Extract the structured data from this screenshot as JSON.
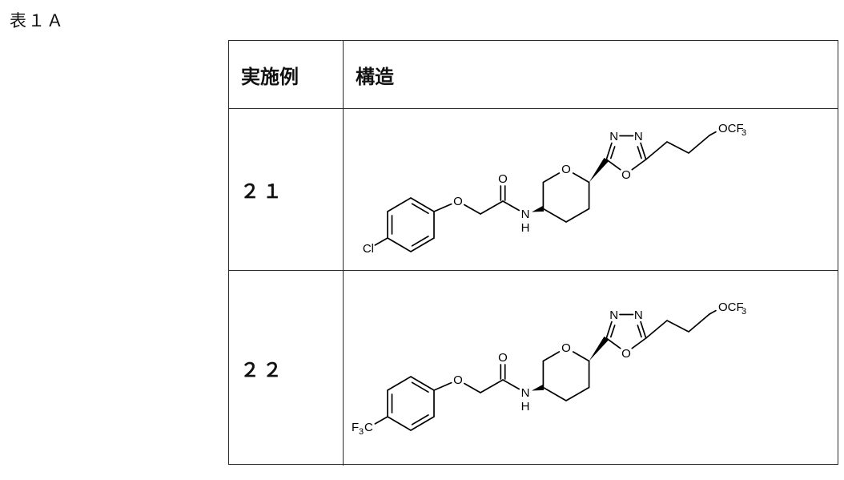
{
  "page": {
    "table_label": "表１Ａ"
  },
  "table": {
    "header": {
      "example": "実施例",
      "structure": "構造"
    },
    "rows": [
      {
        "example": "２１",
        "labels": {
          "substituent": "Cl",
          "ether_o": "O",
          "carbonyl_o": "O",
          "amide_n": "N",
          "amide_h": "H",
          "pyran_o": "O",
          "oxadiazole_n_left": "N",
          "oxadiazole_n_right": "N",
          "oxadiazole_o": "O",
          "terminal_main": "OCF",
          "terminal_sub": "3"
        }
      },
      {
        "example": "２２",
        "labels": {
          "substituent_f": "F",
          "substituent_sub": "3",
          "substituent_c": "C",
          "ether_o": "O",
          "carbonyl_o": "O",
          "amide_n": "N",
          "amide_h": "H",
          "pyran_o": "O",
          "oxadiazole_n_left": "N",
          "oxadiazole_n_right": "N",
          "oxadiazole_o": "O",
          "terminal_main": "OCF",
          "terminal_sub": "3"
        }
      }
    ]
  }
}
